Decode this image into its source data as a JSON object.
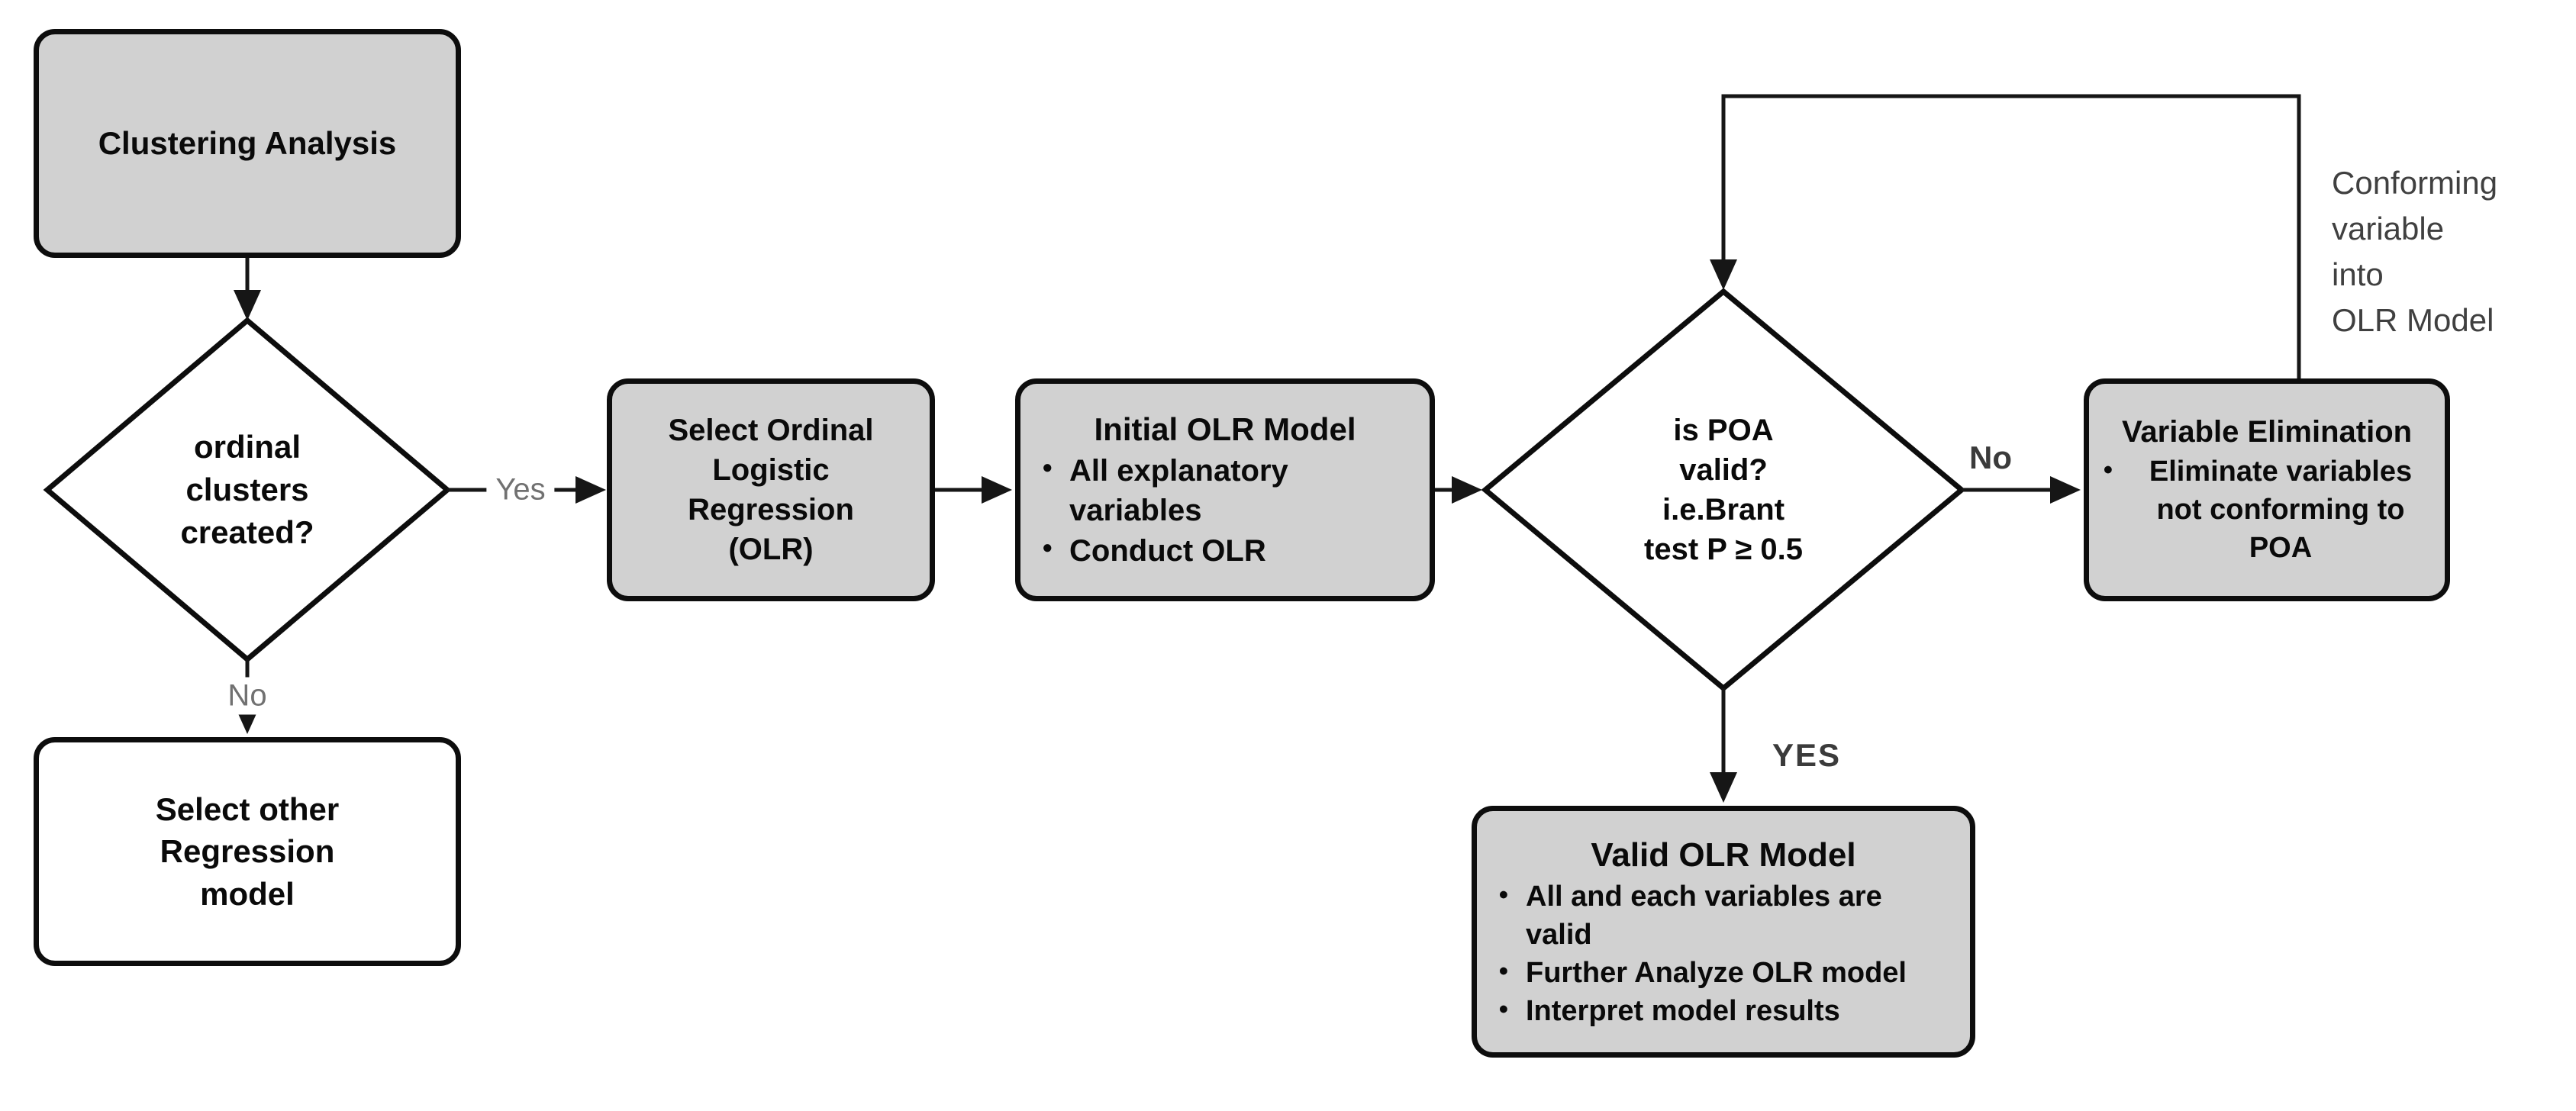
{
  "flowchart": {
    "nodes": {
      "clustering": {
        "label": "Clustering Analysis"
      },
      "ordinal_question": {
        "line1": "ordinal",
        "line2": "clusters",
        "line3": "created?"
      },
      "select_other": {
        "line1": "Select other",
        "line2": "Regression",
        "line3": "model"
      },
      "select_olr": {
        "line1": "Select Ordinal",
        "line2": "Logistic",
        "line3": "Regression",
        "line4": "(OLR)"
      },
      "initial_olr": {
        "title": "Initial OLR Model",
        "bullet1": "All explanatory variables",
        "bullet2": "Conduct OLR"
      },
      "poa_question": {
        "line1": "is POA",
        "line2": "valid?",
        "line3": "i.e.Brant",
        "line4": "test P ≥ 0.5"
      },
      "variable_elimination": {
        "title": "Variable Elimination",
        "bullet1": "Eliminate variables not conforming to POA"
      },
      "valid_olr": {
        "title": "Valid OLR Model",
        "bullet1": "All and each variables are valid",
        "bullet2": "Further Analyze OLR model",
        "bullet3": "Interpret model results"
      }
    },
    "labels": {
      "yes_lower": "Yes",
      "no_lower": "No",
      "no_upper": "No",
      "yes_upper": "YES",
      "loop_line1": "Conforming",
      "loop_line2": "variable",
      "loop_line3": "into",
      "loop_line4": "OLR Model"
    },
    "ui": {
      "bullet_char": "●"
    },
    "colors": {
      "node_fill": "#d1d1d1",
      "node_border": "#0d0d0d",
      "line": "#161616",
      "label_gray": "#717171",
      "label_dark": "#3b3b3b"
    }
  }
}
